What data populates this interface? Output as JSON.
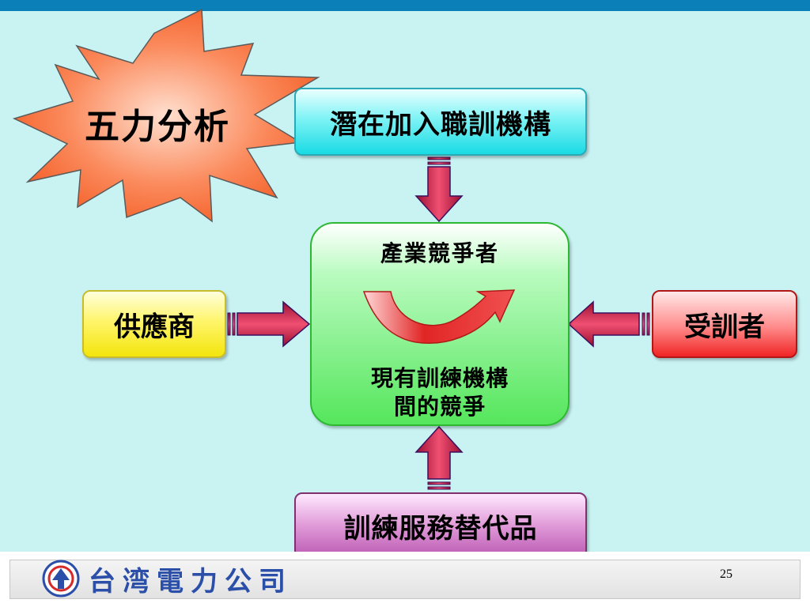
{
  "title": "五力分析",
  "nodes": {
    "potential_entrants": "潛在加入職訓機構",
    "suppliers": "供應商",
    "buyers": "受訓者",
    "substitutes": "訓練服務替代品",
    "industry_title": "產業競爭者",
    "industry_rivalry_line1": "現有訓練機構",
    "industry_rivalry_line2": "間的競爭"
  },
  "footer": {
    "company": "台湾電力公司",
    "page_number": "25"
  },
  "colors": {
    "top_bar": "#0b7fb8",
    "background": "#c9f3f3",
    "arrow_fill": "#d41f47",
    "arrow_outline": "#3a0f5e",
    "starburst_fill": "#f86a38"
  }
}
